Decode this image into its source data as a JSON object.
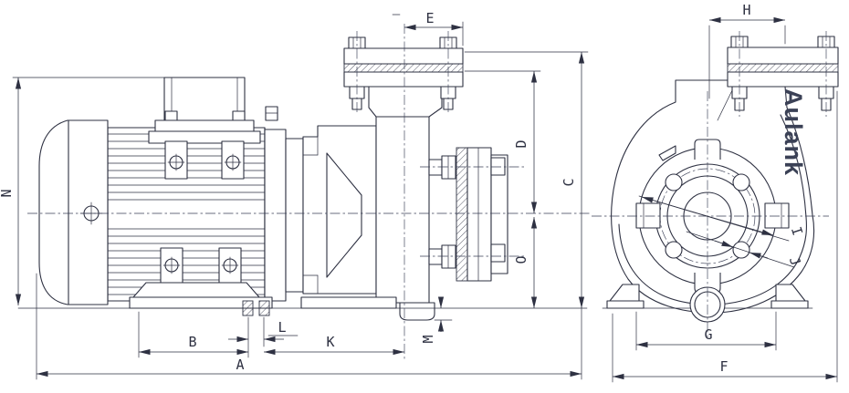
{
  "brand_logo": "Aulank",
  "dim_labels": {
    "A": "A",
    "B": "B",
    "C": "C",
    "D": "D",
    "E": "E",
    "F": "F",
    "G": "G",
    "H": "H",
    "I": "I",
    "J": "J",
    "K": "K",
    "L": "L",
    "M": "M",
    "N": "N",
    "O": "O"
  }
}
